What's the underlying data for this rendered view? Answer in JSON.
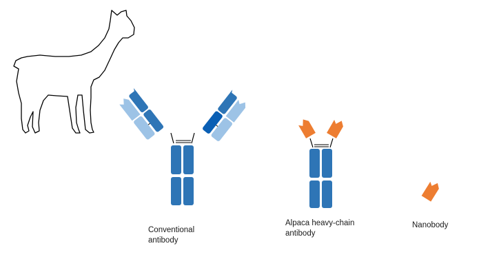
{
  "labels": {
    "conventional": {
      "line1": "Conventional",
      "line2": "antibody"
    },
    "alpaca": {
      "line1": "Alpaca heavy-chain",
      "line2": "antibody"
    },
    "nanobody": {
      "line1": "Nanobody"
    }
  },
  "icons": [
    "alpaca-silhouette-icon"
  ],
  "colors": {
    "heavy_chain": "#2e75b6",
    "heavy_chain_variable": "#0a5fb4",
    "light_chain": "#9dc3e6",
    "vhh": "#ed7d31",
    "outline": "#000000"
  }
}
